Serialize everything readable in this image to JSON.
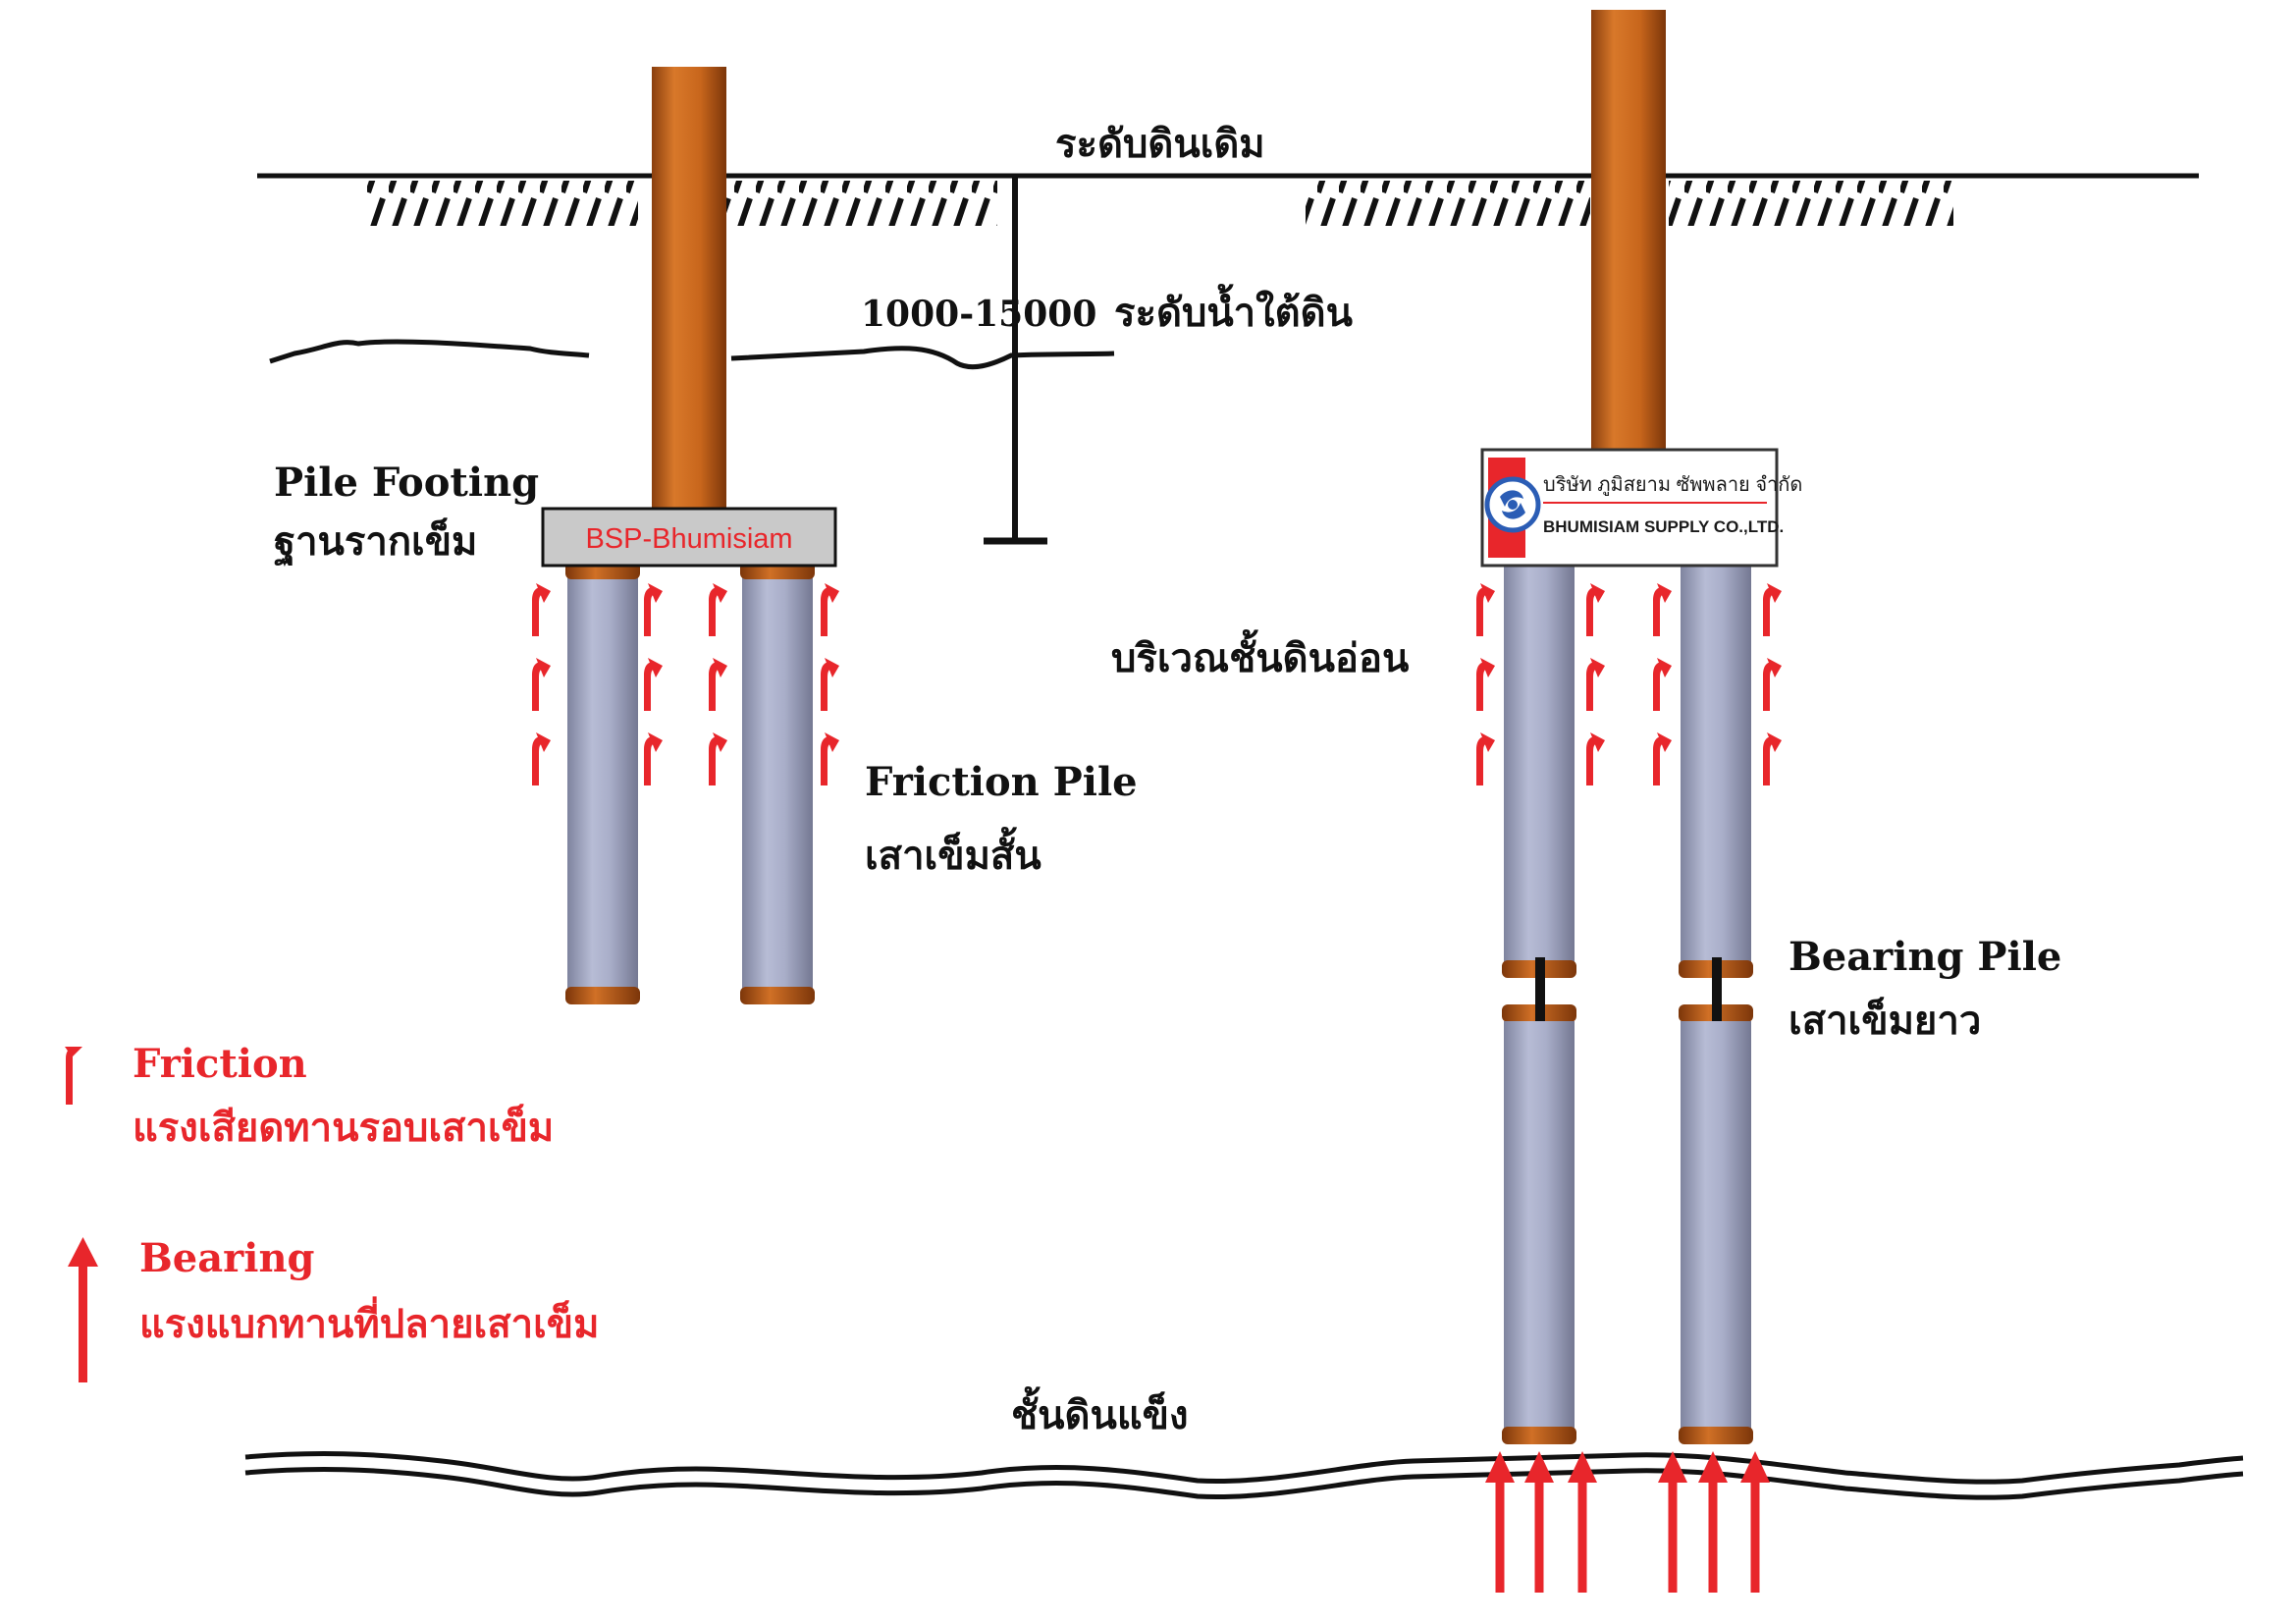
{
  "labels": {
    "ground_level": "ระดับดินเดิม",
    "depth_range": "1000-15000",
    "groundwater_level": "ระดับน้ำใต้ดิน",
    "pile_footing_en": "Pile Footing",
    "pile_footing_th": "ฐานรากเข็ม",
    "cap_left_text": "BSP-Bhumisiam",
    "friction_pile_en": "Friction Pile",
    "friction_pile_th": "เสาเข็มสั้น",
    "soft_soil_zone": "บริเวณชั้นดินอ่อน",
    "bearing_pile_en": "Bearing Pile",
    "bearing_pile_th": "เสาเข็มยาว",
    "hard_soil_layer": "ชั้นดินแข็ง"
  },
  "logo": {
    "company_th": "บริษัท ภูมิสยาม ซัพพลาย จำกัด",
    "company_en": "BHUMISIAM SUPPLY CO.,LTD."
  },
  "legend": {
    "friction_en": "Friction",
    "friction_th": "แรงเสียดทานรอบเสาเข็ม",
    "bearing_en": "Bearing",
    "bearing_th": "แรงแบกทานที่ปลายเสาเข็ม"
  },
  "colors": {
    "column": "#cc6a1e",
    "pile": "#a9aec9",
    "cap": "#c9c9c9",
    "arrow": "#e8262b",
    "ink": "#111111",
    "logo_blue": "#2b5db5"
  }
}
